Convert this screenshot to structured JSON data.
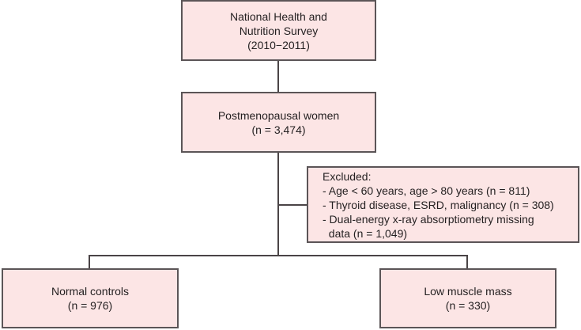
{
  "diagram": {
    "type": "flowchart",
    "colors": {
      "box_fill": "#fce5e5",
      "box_border": "#5b5557",
      "line": "#4a4446",
      "text": "#231f20"
    },
    "nodes": {
      "source": {
        "lines": [
          "National Health and",
          "Nutrition Survey",
          "(2010−2011)"
        ]
      },
      "population": {
        "lines": [
          "Postmenopausal women",
          "(n = 3,474)"
        ]
      },
      "excluded": {
        "lines": [
          "Excluded:",
          "- Age < 60 years, age > 80 years (n = 811)",
          "- Thyroid disease, ESRD, malignancy (n = 308)",
          "- Dual-energy x-ray absorptiometry missing",
          "  data (n = 1,049)"
        ]
      },
      "normal": {
        "lines": [
          "Normal controls",
          "(n = 976)"
        ]
      },
      "low_mass": {
        "lines": [
          "Low muscle mass",
          "(n = 330)"
        ]
      }
    },
    "edges": [
      {
        "from": "source",
        "to": "population"
      },
      {
        "from": "population",
        "to": "excluded"
      },
      {
        "from": "population",
        "to": "normal"
      },
      {
        "from": "population",
        "to": "low_mass"
      }
    ]
  }
}
